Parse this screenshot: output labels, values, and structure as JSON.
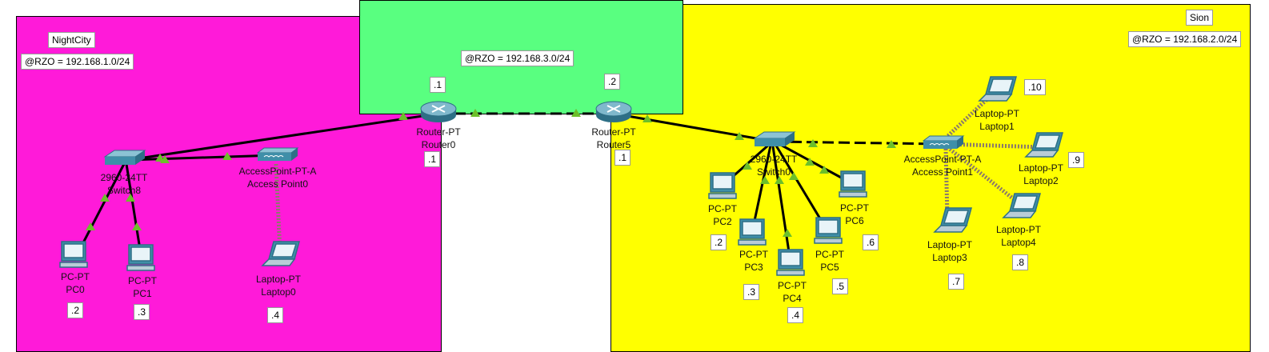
{
  "zones": {
    "nightcity": {
      "name": "NightCity",
      "network": "@RZO = 192.168.1.0/24",
      "color": "#ff1ad9"
    },
    "backbone": {
      "network": "@RZO = 192.168.3.0/24",
      "color": "#59ff80"
    },
    "sion": {
      "name": "Sion",
      "network": "@RZO = 192.168.2.0/24",
      "color": "#ffff00"
    }
  },
  "devices": {
    "router0": {
      "type": "Router-PT",
      "name": "Router0",
      "ip_top": ".1",
      "ip_bottom": ".1"
    },
    "router5": {
      "type": "Router-PT",
      "name": "Router5",
      "ip_top": ".2",
      "ip_bottom": ".1"
    },
    "switch8": {
      "type": "2960-24TT",
      "name": "Switch8"
    },
    "switch0": {
      "type": "2960-24TT",
      "name": "Switch0"
    },
    "ap0": {
      "type": "AccessPoint-PT-A",
      "name": "Access Point0"
    },
    "ap1": {
      "type": "AccessPoint-PT-A",
      "name": "Access Point1"
    },
    "pc0": {
      "type": "PC-PT",
      "name": "PC0",
      "ip": ".2"
    },
    "pc1": {
      "type": "PC-PT",
      "name": "PC1",
      "ip": ".3"
    },
    "laptop0": {
      "type": "Laptop-PT",
      "name": "Laptop0",
      "ip": ".4"
    },
    "pc2": {
      "type": "PC-PT",
      "name": "PC2",
      "ip": ".2"
    },
    "pc3": {
      "type": "PC-PT",
      "name": "PC3",
      "ip": ".3"
    },
    "pc4": {
      "type": "PC-PT",
      "name": "PC4",
      "ip": ".4"
    },
    "pc5": {
      "type": "PC-PT",
      "name": "PC5",
      "ip": ".5"
    },
    "pc6": {
      "type": "PC-PT",
      "name": "PC6",
      "ip": ".6"
    },
    "laptop1": {
      "type": "Laptop-PT",
      "name": "Laptop1",
      "ip": ".10"
    },
    "laptop2": {
      "type": "Laptop-PT",
      "name": "Laptop2",
      "ip": ".9"
    },
    "laptop3": {
      "type": "Laptop-PT",
      "name": "Laptop3",
      "ip": ".7"
    },
    "laptop4": {
      "type": "Laptop-PT",
      "name": "Laptop4",
      "ip": ".8"
    }
  },
  "colors": {
    "link": "#000000",
    "wireless": "#8a7a6a",
    "port_up": "#6cbf2a",
    "device": "#3f8fa8"
  }
}
